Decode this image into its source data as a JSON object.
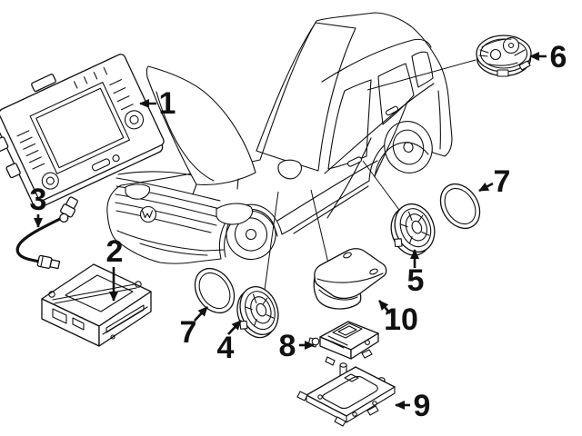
{
  "diagram": {
    "type": "vehicle-audio-parts-diagram",
    "background_color": "#ffffff",
    "line_color": "#111111",
    "vehicle": "volkswagen-wagon-outline",
    "callouts": [
      {
        "number": "1",
        "part": "radio-head-unit"
      },
      {
        "number": "2",
        "part": "amplifier-unit"
      },
      {
        "number": "3",
        "part": "antenna-cable"
      },
      {
        "number": "4",
        "part": "door-speaker-front"
      },
      {
        "number": "5",
        "part": "door-speaker-rear"
      },
      {
        "number": "6",
        "part": "roof-antenna"
      },
      {
        "number": "7",
        "part": "speaker-trim-ring-front"
      },
      {
        "number": "7",
        "part": "speaker-trim-ring-rear"
      },
      {
        "number": "8",
        "part": "control-module"
      },
      {
        "number": "9",
        "part": "module-mounting-bracket"
      },
      {
        "number": "10",
        "part": "module-cover"
      }
    ]
  }
}
